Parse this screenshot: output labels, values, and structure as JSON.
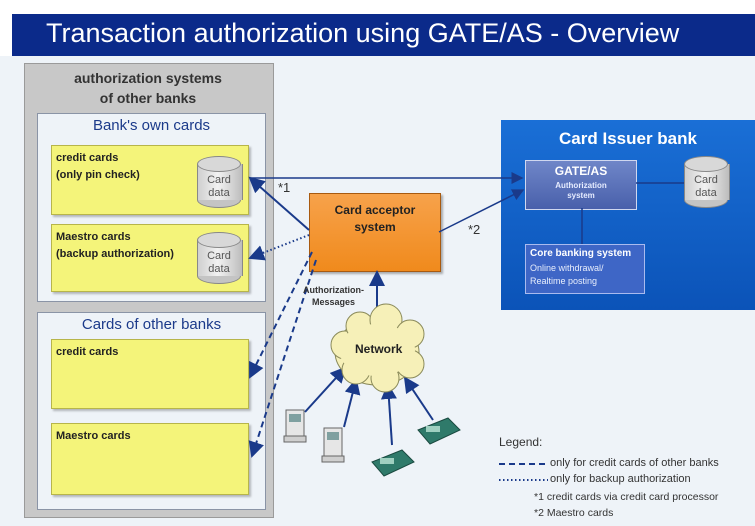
{
  "title": "Transaction authorization using GATE/AS - Overview",
  "outer": {
    "heading_line1": "authorization systems",
    "heading_line2": "of other banks"
  },
  "own_cards": {
    "title": "Bank's own cards",
    "credit": {
      "line1": "credit cards",
      "line2": "(only pin check)"
    },
    "maestro": {
      "line1": "Maestro cards",
      "line2": "(backup authorization)"
    },
    "db_label_line1": "Card",
    "db_label_line2": "data"
  },
  "other_cards": {
    "title": "Cards of other banks",
    "credit": "credit cards",
    "maestro": "Maestro cards"
  },
  "acceptor": {
    "line1": "Card acceptor",
    "line2": "system"
  },
  "auth_messages": {
    "line1": "Authorization-",
    "line2": "Messages"
  },
  "network": "Network",
  "issuer": {
    "title": "Card Issuer bank",
    "gate_title": "GATE/AS",
    "gate_sub1": "Authorization",
    "gate_sub2": "system",
    "db_line1": "Card",
    "db_line2": "data",
    "core_title": "Core banking system",
    "core_line1": "Online withdrawal/",
    "core_line2": "Realtime posting"
  },
  "markers": {
    "m1": "*1",
    "m2": "*2"
  },
  "legend": {
    "title": "Legend:",
    "dashed": "only for credit cards of other banks",
    "dotted": "only for backup authorization",
    "note1": "*1 credit cards via credit card processor",
    "note2": "*2 Maestro cards"
  }
}
